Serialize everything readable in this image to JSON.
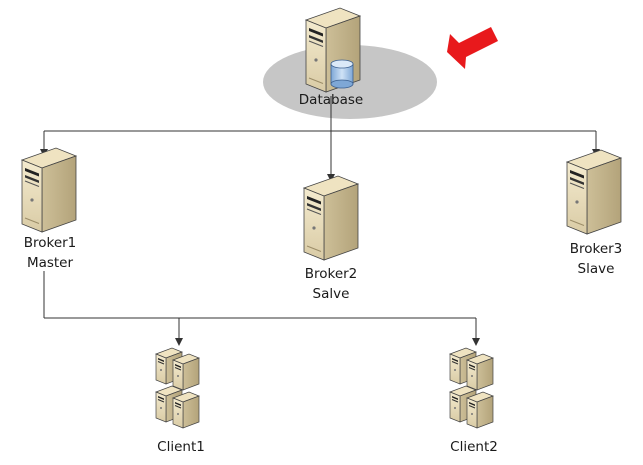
{
  "nodes": {
    "database": {
      "label": "Database"
    },
    "broker1": {
      "line1": "Broker1",
      "line2": "Master"
    },
    "broker2": {
      "line1": "Broker2",
      "line2": "Salve"
    },
    "broker3": {
      "line1": "Broker3",
      "line2": "Slave"
    },
    "client1": {
      "label": "Client1"
    },
    "client2": {
      "label": "Client2"
    }
  },
  "colors": {
    "highlight_ellipse": "#c6c6c6",
    "pointer_arrow": "#e8191c",
    "connector_line": "#333333",
    "database_cylinder": "#a9c8ea"
  },
  "icons": {
    "server": "tower-server-icon",
    "cluster": "server-cluster-icon",
    "database": "database-cylinder-icon",
    "pointer": "red-arrow-icon"
  }
}
